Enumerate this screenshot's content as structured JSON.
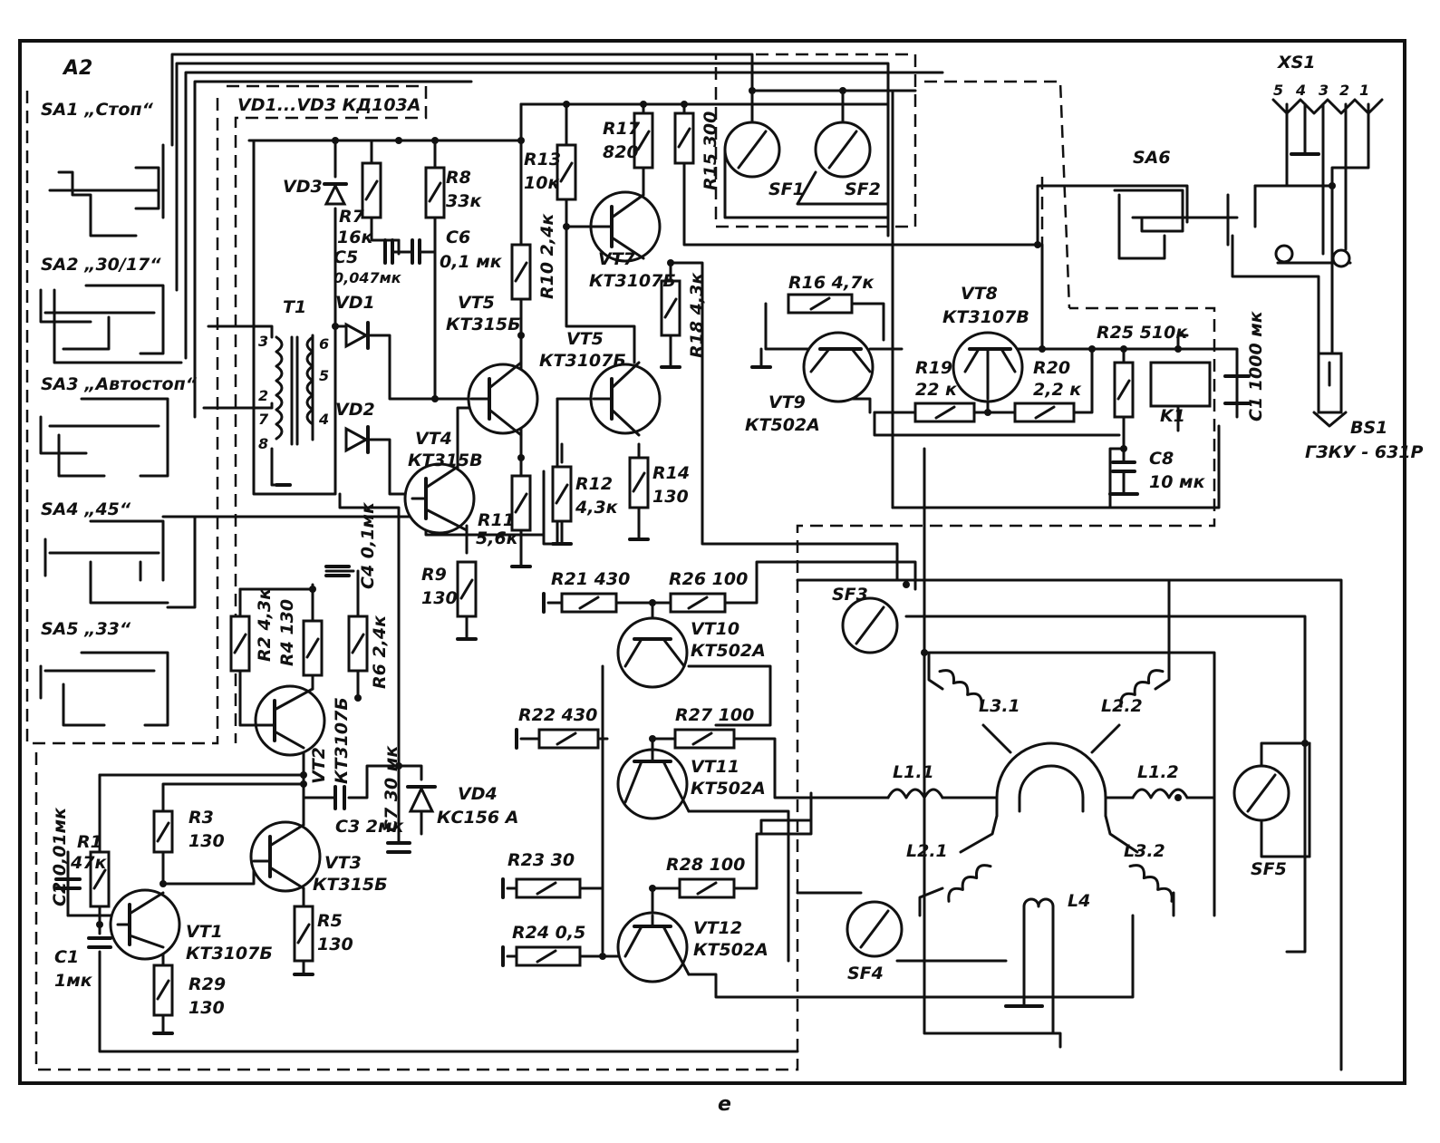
{
  "figure": {
    "block_label": "А2",
    "caption_letter": "е",
    "diode_group_label": "VD1...VD3   КД103А"
  },
  "switches": [
    {
      "id": "sa1",
      "label": "SA1 „Стоп“"
    },
    {
      "id": "sa2",
      "label": "SA2  „30/17“"
    },
    {
      "id": "sa3",
      "label": "SA3 „Автостоп“"
    },
    {
      "id": "sa4",
      "label": "SA4  „45“"
    },
    {
      "id": "sa5",
      "label": "SA5  „33“"
    },
    {
      "id": "sa6",
      "label": "SA6"
    }
  ],
  "transformer": {
    "label": "T1",
    "pins": [
      "3",
      "2",
      "7",
      "8",
      "6",
      "5",
      "4"
    ]
  },
  "resistors": [
    {
      "id": "r1",
      "label": "R1",
      "value": "47к"
    },
    {
      "id": "r2",
      "label": "R2 4,3к"
    },
    {
      "id": "r3",
      "label": "R3",
      "value": "130"
    },
    {
      "id": "r4",
      "label": "R4 130"
    },
    {
      "id": "r5",
      "label": "R5",
      "value": "130"
    },
    {
      "id": "r6",
      "label": "R6 2,4к"
    },
    {
      "id": "r7",
      "label": "R7",
      "value": "16к"
    },
    {
      "id": "r8",
      "label": "R8",
      "value": "33к"
    },
    {
      "id": "r9",
      "label": "R9",
      "value": "130"
    },
    {
      "id": "r10",
      "label": "R10 2,4к"
    },
    {
      "id": "r11",
      "label": "R11",
      "value": "5,6к"
    },
    {
      "id": "r12",
      "label": "R12",
      "value": "4,3к"
    },
    {
      "id": "r13",
      "label": "R13",
      "value": "10к"
    },
    {
      "id": "r14",
      "label": "R14",
      "value": "130"
    },
    {
      "id": "r15",
      "label": "R15 300"
    },
    {
      "id": "r16",
      "label": "R16  4,7к"
    },
    {
      "id": "r17",
      "label": "R17",
      "value": "820"
    },
    {
      "id": "r18",
      "label": "R18 4,3к"
    },
    {
      "id": "r19",
      "label": "R19",
      "value": "22 к"
    },
    {
      "id": "r20",
      "label": "R20",
      "value": "2,2 к"
    },
    {
      "id": "r21",
      "label": "R21  430"
    },
    {
      "id": "r22",
      "label": "R22   430"
    },
    {
      "id": "r23",
      "label": "R23  30"
    },
    {
      "id": "r24",
      "label": "R24  0,5"
    },
    {
      "id": "r25",
      "label": "R25  510к"
    },
    {
      "id": "r26",
      "label": "R26  100"
    },
    {
      "id": "r27",
      "label": "R27  100"
    },
    {
      "id": "r28",
      "label": "R28  100"
    },
    {
      "id": "r29",
      "label": "R29",
      "value": "130"
    }
  ],
  "capacitors": [
    {
      "id": "c1",
      "label": "C1",
      "value": "1мк"
    },
    {
      "id": "c1b",
      "label": "C1  1000 мк"
    },
    {
      "id": "c2",
      "label": "C2  0,01мк"
    },
    {
      "id": "c3",
      "label": "C3 2мк"
    },
    {
      "id": "c4",
      "label": "C4  0,1мк"
    },
    {
      "id": "c5",
      "label": "C5",
      "value": "0,047мк"
    },
    {
      "id": "c6",
      "label": "C6",
      "value": "0,1 мк"
    },
    {
      "id": "c7",
      "label": "C7  30 мк"
    },
    {
      "id": "c8",
      "label": "C8",
      "value": "10 мк"
    }
  ],
  "transistors": [
    {
      "id": "vt1",
      "label": "VT1",
      "type": "КТ3107Б"
    },
    {
      "id": "vt2",
      "label": "VT2",
      "type": "КТ3107Б"
    },
    {
      "id": "vt3",
      "label": "VT3",
      "type": "КТ315Б"
    },
    {
      "id": "vt4",
      "label": "VT4",
      "type": "КТ315В"
    },
    {
      "id": "vt5",
      "label": "VT5",
      "type": "КТ315Б"
    },
    {
      "id": "vt6",
      "label": "VT5",
      "type": "КТ3107Б"
    },
    {
      "id": "vt7",
      "label": "VT7",
      "type": "КТ3107Б"
    },
    {
      "id": "vt8",
      "label": "VT8",
      "type": "КТ3107В"
    },
    {
      "id": "vt9",
      "label": "VT9",
      "type": "КТ502А"
    },
    {
      "id": "vt10",
      "label": "VT10",
      "type": "КТ502А"
    },
    {
      "id": "vt11",
      "label": "VT11",
      "type": "КТ502А"
    },
    {
      "id": "vt12",
      "label": "VT12",
      "type": "КТ502А"
    }
  ],
  "diodes": [
    {
      "id": "vd1",
      "label": "VD1"
    },
    {
      "id": "vd2",
      "label": "VD2"
    },
    {
      "id": "vd3",
      "label": "VD3"
    },
    {
      "id": "vd4",
      "label": "VD4",
      "type": "КС156 А"
    }
  ],
  "hall_switches": [
    "SF1",
    "SF2",
    "SF3",
    "SF4",
    "SF5"
  ],
  "relay": {
    "label": "K1"
  },
  "motor_windings": [
    "L1.1",
    "L1.2",
    "L2.1",
    "L2.2",
    "L3.1",
    "L3.2",
    "L4"
  ],
  "connector": {
    "label": "XS1",
    "pins": [
      "5",
      "4",
      "3",
      "2",
      "1"
    ]
  },
  "pickup": {
    "label": "BS1",
    "type": "ГЗКУ - 631Р"
  }
}
